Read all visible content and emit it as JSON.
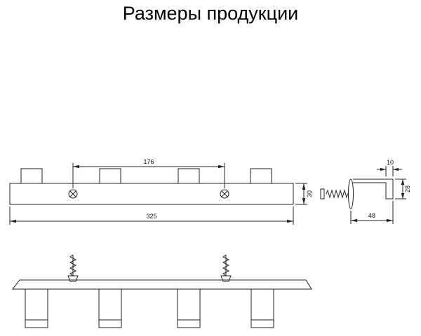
{
  "title": "Размеры продукции",
  "drawing": {
    "front_view": {
      "screw_spacing": "176",
      "total_length": "325",
      "bar_height": "30"
    },
    "side_view": {
      "hook_face_width": "10",
      "hook_height": "28",
      "projection_depth": "48"
    }
  }
}
